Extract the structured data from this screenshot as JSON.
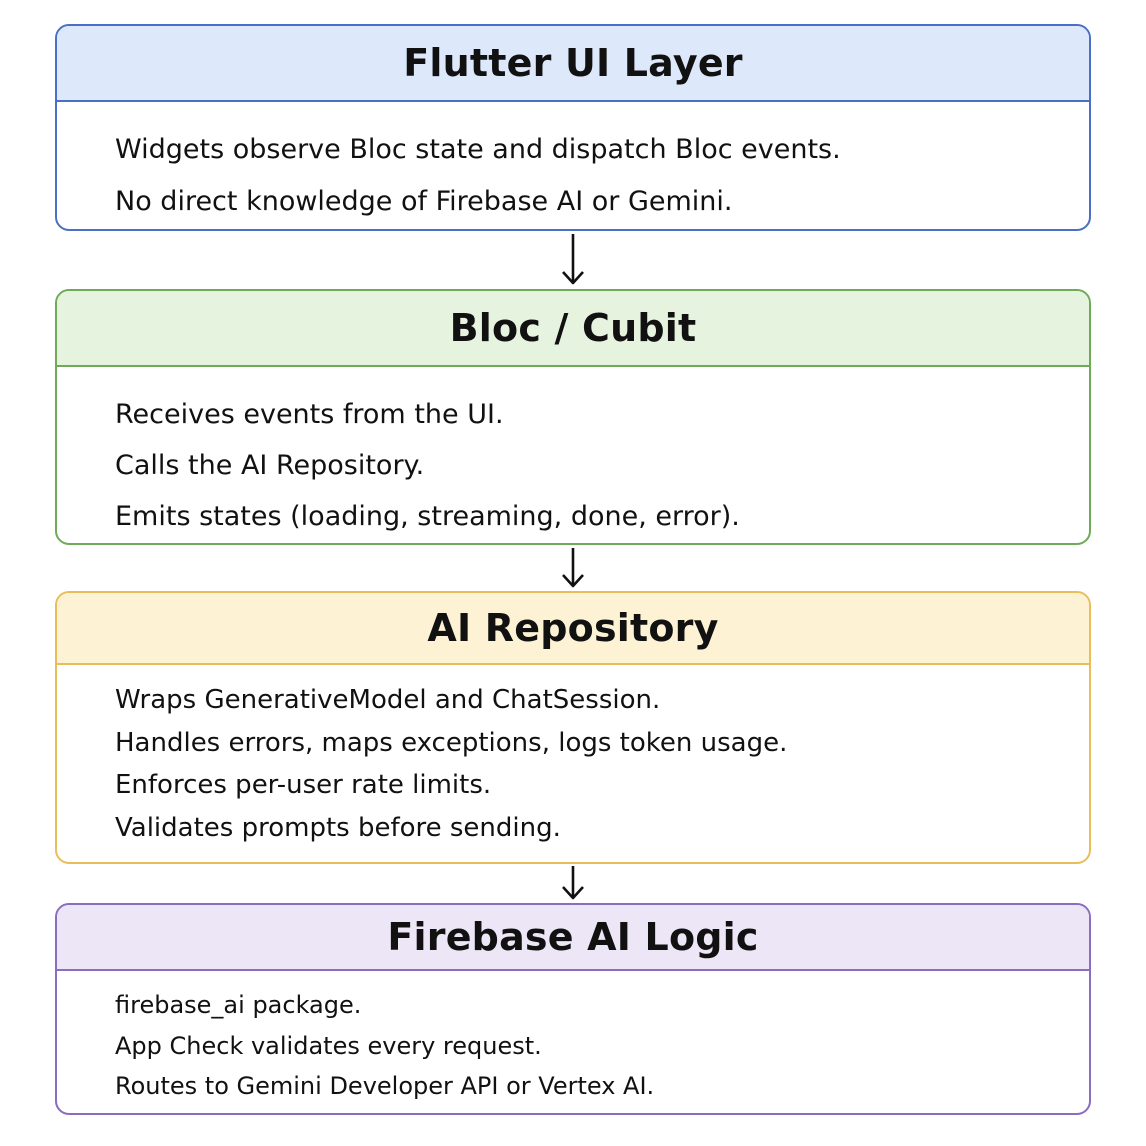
{
  "layers": [
    {
      "title": "Flutter UI Layer",
      "lines": [
        "Widgets observe Bloc state and dispatch Bloc events.",
        "No direct knowledge of Firebase AI or Gemini."
      ],
      "border_color": "#4a6fc4",
      "header_fill": "#dde9fb"
    },
    {
      "title": "Bloc / Cubit",
      "lines": [
        "Receives events from the UI.",
        "Calls the AI Repository.",
        "Emits states (loading, streaming, done, error)."
      ],
      "border_color": "#6faa58",
      "header_fill": "#e6f3df"
    },
    {
      "title": "AI Repository",
      "lines": [
        "Wraps GenerativeModel and ChatSession.",
        "Handles errors, maps exceptions, logs token usage.",
        "Enforces per-user rate limits.",
        "Validates prompts before sending."
      ],
      "border_color": "#e9be5a",
      "header_fill": "#fdf2d3"
    },
    {
      "title": "Firebase AI Logic",
      "lines": [
        "firebase_ai package.",
        "App Check validates every request.",
        "Routes to Gemini Developer API or Vertex AI."
      ],
      "border_color": "#8a6cc0",
      "header_fill": "#ede6f7"
    }
  ],
  "arrow_icon": "arrow-down-icon"
}
